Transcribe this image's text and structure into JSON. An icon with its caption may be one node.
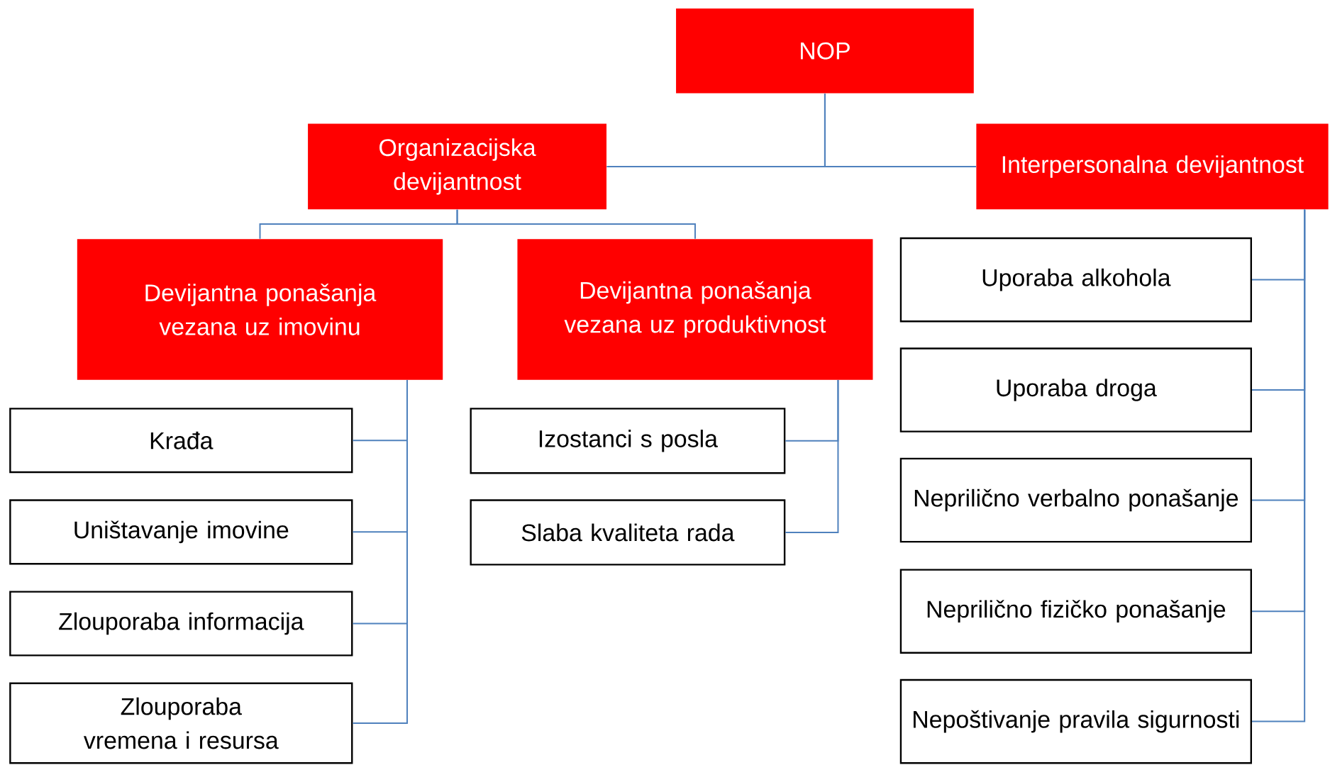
{
  "diagram": {
    "nodes": [
      {
        "text": [
          "NOP"
        ]
      },
      {
        "text": [
          "Organizacijska devijantnost"
        ]
      },
      {
        "text": [
          "Interpersonalna devijantnost"
        ]
      },
      {
        "text": [
          "Devijantna ponašanja vezana uz imovinu"
        ]
      },
      {
        "text": [
          "Devijantna ponašanja vezana uz produktivnost"
        ]
      },
      {
        "text": [
          "Krađa"
        ]
      },
      {
        "text": [
          "Uništavanje imovine"
        ]
      },
      {
        "text": [
          "Zlouporaba informacija"
        ]
      },
      {
        "text": [
          "Zlouporaba vremena i resursa"
        ]
      },
      {
        "text": [
          "Izostanci s posla"
        ]
      },
      {
        "text": [
          "Slaba kvaliteta rada"
        ]
      },
      {
        "text": [
          "Uporaba alkohola"
        ]
      },
      {
        "text": [
          "Uporaba droga"
        ]
      },
      {
        "text": [
          "Neprilično verbalno ponašanje"
        ]
      },
      {
        "text": [
          "Neprilično fizičko ponašanje"
        ]
      },
      {
        "text": [
          "Nepoštivanje pravila sigurnosti"
        ]
      }
    ],
    "edges": [
      {
        "from": 0,
        "to": 1,
        "arrow": "none"
      },
      {
        "from": 0,
        "to": 2,
        "arrow": "none"
      },
      {
        "from": 1,
        "to": 3,
        "arrow": "none"
      },
      {
        "from": 1,
        "to": 4,
        "arrow": "none"
      },
      {
        "from": 3,
        "to": 5,
        "arrow": "none"
      },
      {
        "from": 3,
        "to": 6,
        "arrow": "none"
      },
      {
        "from": 3,
        "to": 7,
        "arrow": "none"
      },
      {
        "from": 3,
        "to": 8,
        "arrow": "none"
      },
      {
        "from": 4,
        "to": 9,
        "arrow": "none"
      },
      {
        "from": 4,
        "to": 10,
        "arrow": "none"
      },
      {
        "from": 2,
        "to": 11,
        "arrow": "none"
      },
      {
        "from": 2,
        "to": 12,
        "arrow": "none"
      },
      {
        "from": 2,
        "to": 13,
        "arrow": "none"
      },
      {
        "from": 2,
        "to": 14,
        "arrow": "none"
      },
      {
        "from": 2,
        "to": 15,
        "arrow": "none"
      }
    ]
  }
}
